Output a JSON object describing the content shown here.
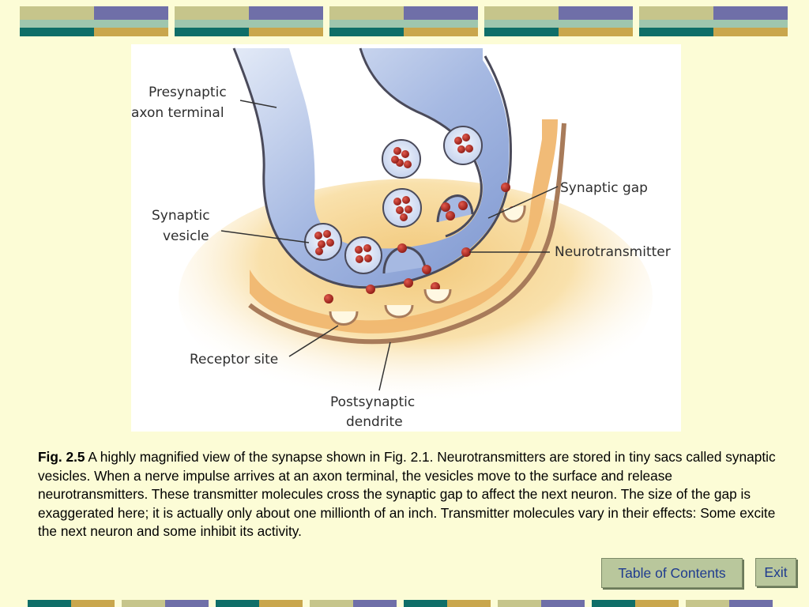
{
  "figure": {
    "labels": {
      "presynaptic_1": "Presynaptic",
      "presynaptic_2": "axon terminal",
      "synaptic_gap": "Synaptic gap",
      "vesicle_1": "Synaptic",
      "vesicle_2": "vesicle",
      "neurotransmitter": "Neurotransmitter",
      "receptor_site": "Receptor site",
      "postsynaptic_1": "Postsynaptic",
      "postsynaptic_2": "dendrite"
    }
  },
  "caption": {
    "fig_number": "Fig. 2.5",
    "text": " A highly magnified view of the synapse shown in Fig. 2.1. Neurotransmitters are stored in tiny sacs called synaptic vesicles. When a nerve impulse arrives at an axon terminal, the vesicles move to the surface and release neurotransmitters. These transmitter molecules cross the synaptic gap to affect the next neuron. The size of the gap is exaggerated here; it is actually only about one millionth of an inch. Transmitter molecules vary in their effects: Some excite the next neuron and some inhibit its activity."
  },
  "nav": {
    "toc_label": "Table of Contents",
    "exit_label": "Exit"
  },
  "colors": {
    "background": "#fcfcd6",
    "banner_khaki": "#c6c58b",
    "banner_blue": "#6f6fa8",
    "banner_teal": "#0f6e68",
    "banner_gold": "#c9a64c",
    "button_bg": "#b9c79c",
    "button_text": "#1f3b8f"
  }
}
